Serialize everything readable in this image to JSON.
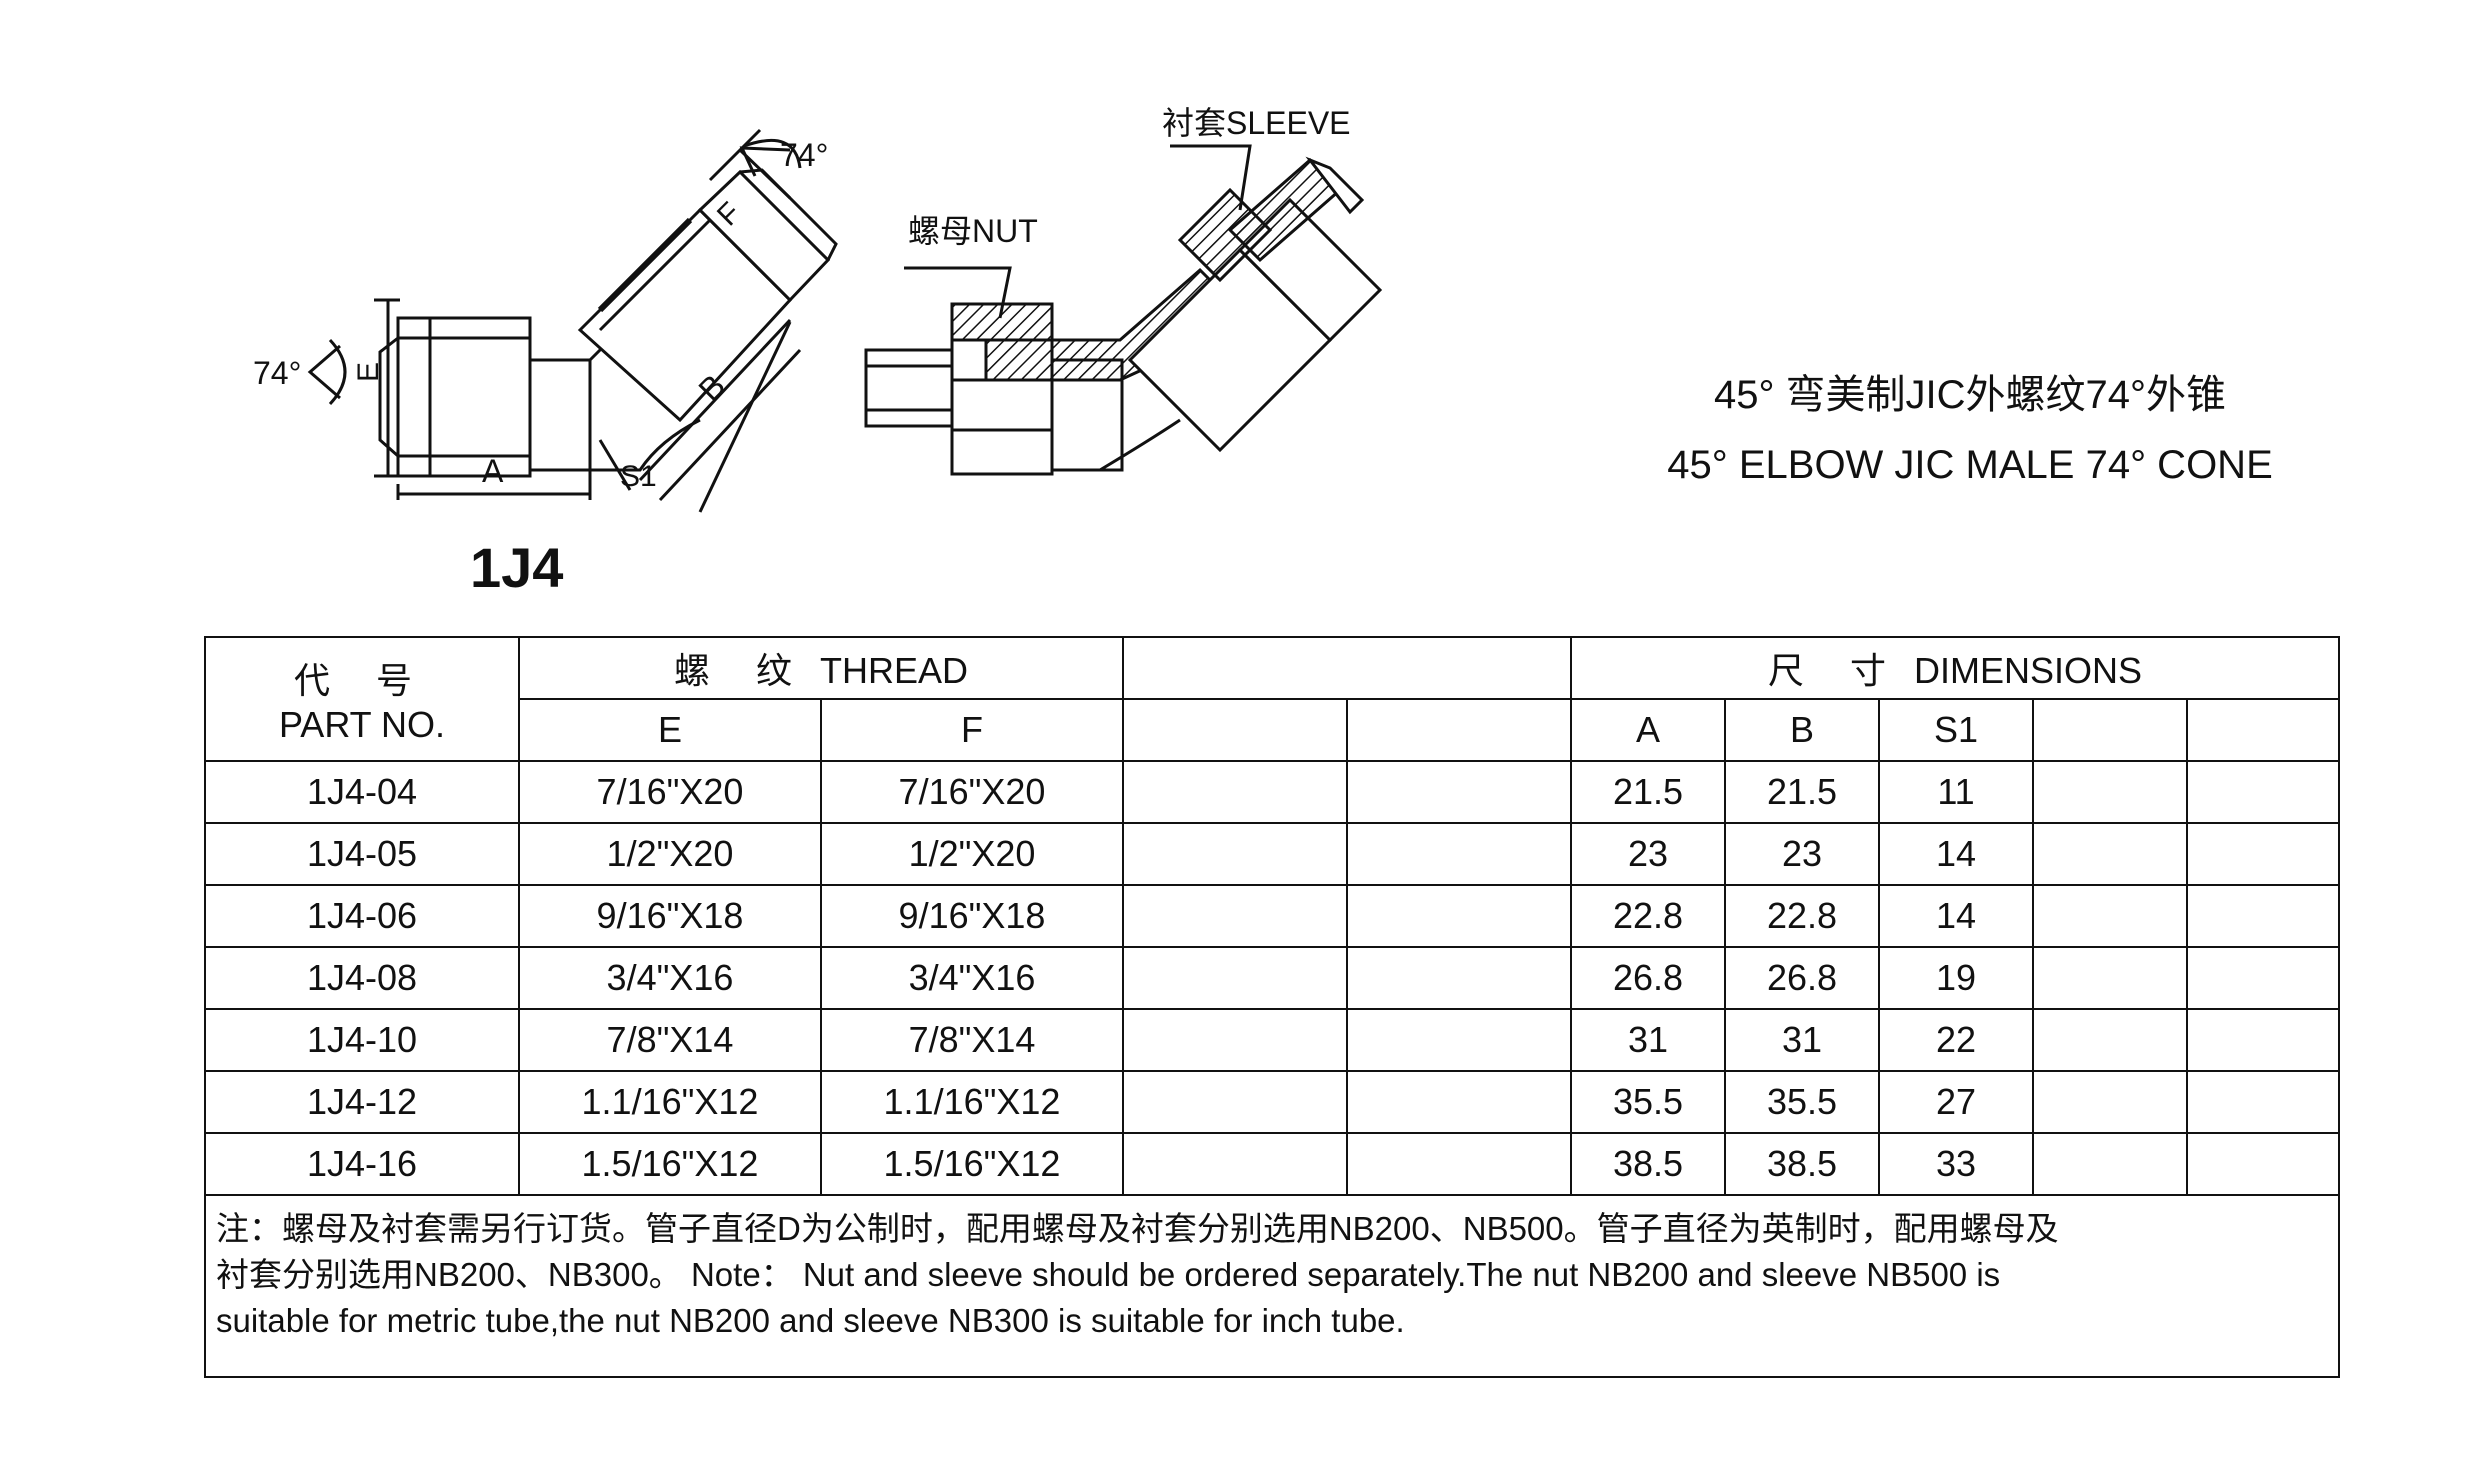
{
  "drawing": {
    "angle_left": "74°",
    "angle_right": "74°",
    "dim_e": "E",
    "dim_f": "F",
    "dim_a": "A",
    "dim_b": "B",
    "dim_s1": "S1",
    "nut_label": "螺母NUT",
    "sleeve_label": "衬套SLEEVE"
  },
  "part_code": "1J4",
  "title_cn": "45° 弯美制JIC外螺纹74°外锥",
  "title_en": "45° ELBOW JIC MALE 74° CONE",
  "table": {
    "part_no_cn": "代 号",
    "part_no_en": "PART NO.",
    "thread_cn": "螺 纹",
    "thread_en": "THREAD",
    "dimensions_cn": "尺 寸",
    "dimensions_en": "DIMENSIONS",
    "col_e": "E",
    "col_f": "F",
    "col_a": "A",
    "col_b": "B",
    "col_s1": "S1",
    "rows": [
      {
        "part": "1J4-04",
        "e": "7/16\"X20",
        "f": "7/16\"X20",
        "a": "21.5",
        "b": "21.5",
        "s1": "11"
      },
      {
        "part": "1J4-05",
        "e": "1/2\"X20",
        "f": "1/2\"X20",
        "a": "23",
        "b": "23",
        "s1": "14"
      },
      {
        "part": "1J4-06",
        "e": "9/16\"X18",
        "f": "9/16\"X18",
        "a": "22.8",
        "b": "22.8",
        "s1": "14"
      },
      {
        "part": "1J4-08",
        "e": "3/4\"X16",
        "f": "3/4\"X16",
        "a": "26.8",
        "b": "26.8",
        "s1": "19"
      },
      {
        "part": "1J4-10",
        "e": "7/8\"X14",
        "f": "7/8\"X14",
        "a": "31",
        "b": "31",
        "s1": "22"
      },
      {
        "part": "1J4-12",
        "e": "1.1/16\"X12",
        "f": "1.1/16\"X12",
        "a": "35.5",
        "b": "35.5",
        "s1": "27"
      },
      {
        "part": "1J4-16",
        "e": "1.5/16\"X12",
        "f": "1.5/16\"X12",
        "a": "38.5",
        "b": "38.5",
        "s1": "33"
      }
    ],
    "note_line1": "注：螺母及衬套需另行订货。管子直径D为公制时，配用螺母及衬套分别选用NB200、NB500。管子直径为英制时，配用螺母及",
    "note_line2": "衬套分别选用NB200、NB300。  Note： Nut and sleeve should be ordered separately.The nut NB200 and sleeve NB500 is",
    "note_line3": "suitable for metric tube,the nut NB200 and sleeve NB300 is suitable for inch tube."
  }
}
